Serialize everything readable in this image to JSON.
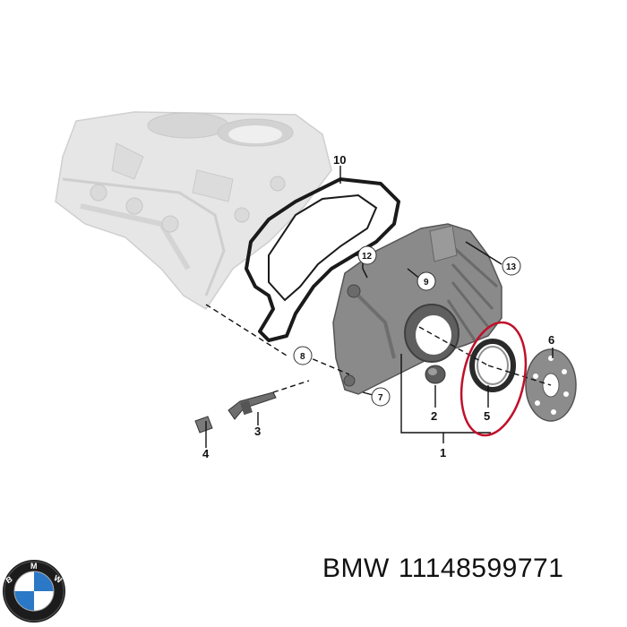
{
  "labels": {
    "p1": "1",
    "p2": "2",
    "p3": "3",
    "p4": "4",
    "p5": "5",
    "p6": "6",
    "p7": "7",
    "p8": "8",
    "p9": "9",
    "p10": "10",
    "p12": "12",
    "p13": "13"
  },
  "caption": {
    "brand": "BMW",
    "part_number": "11148599771"
  },
  "colors": {
    "highlight": "#c0102a",
    "line": "#111111",
    "part_gray": "#7d7d7d",
    "engine_gray": "#e4e4e4"
  },
  "logo": {
    "name": "bmw-logo"
  }
}
